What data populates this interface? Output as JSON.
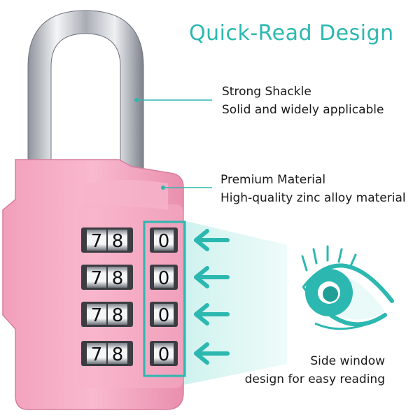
{
  "headline": "Quick-Read Design",
  "features": [
    {
      "title": "Strong Shackle",
      "subtitle": "Solid and widely applicable"
    },
    {
      "title": "Premium Material",
      "subtitle": "High-quality zinc alloy material"
    },
    {
      "title": "Side window",
      "subtitle": "design for easy reading"
    }
  ],
  "dials": [
    {
      "front": [
        "7",
        "8"
      ],
      "side": "0"
    },
    {
      "front": [
        "7",
        "8"
      ],
      "side": "0"
    },
    {
      "front": [
        "7",
        "8"
      ],
      "side": "0"
    },
    {
      "front": [
        "7",
        "8"
      ],
      "side": "0"
    }
  ],
  "colors": {
    "accent": "#2cb8b0",
    "lock_body": "#f6a9c2",
    "lock_body_dark": "#e58aa8",
    "shackle": "#c9ccd2"
  },
  "icons": [
    "eye-icon",
    "arrow-left-icon"
  ]
}
